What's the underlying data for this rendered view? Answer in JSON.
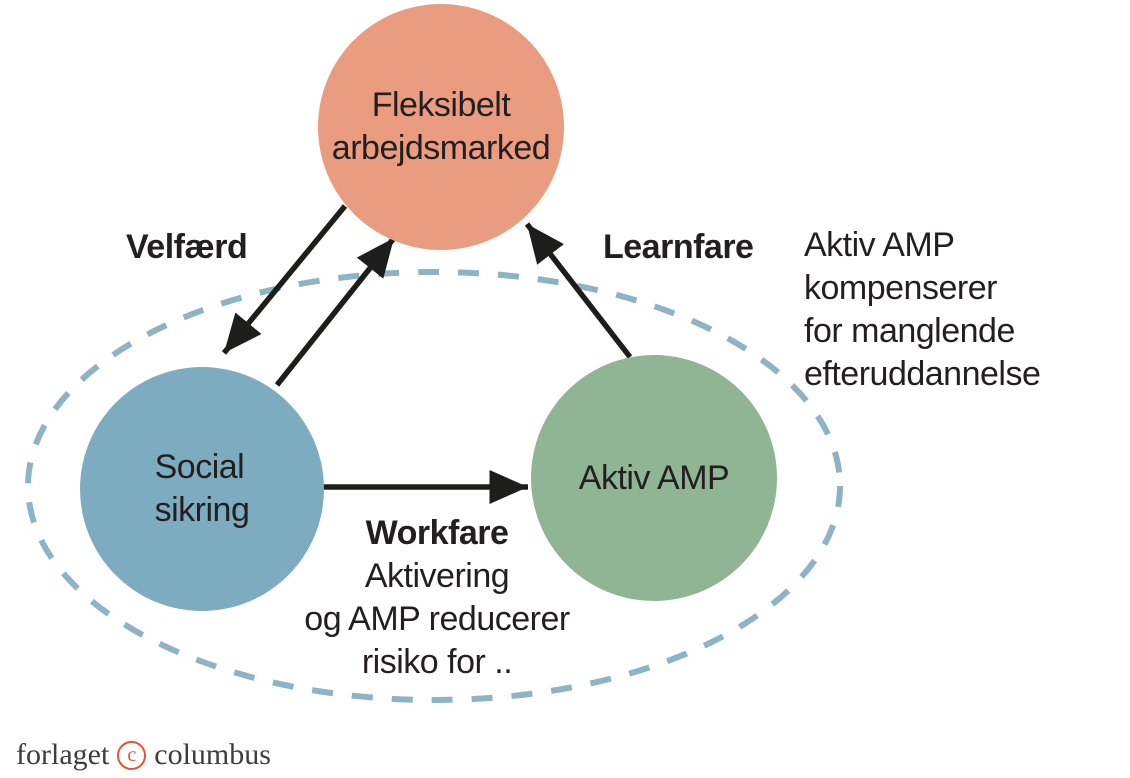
{
  "diagram": {
    "nodes": [
      {
        "id": "flexible-labor-market",
        "label": "Fleksibelt\narbejdsmarked",
        "color": "#e99c7f"
      },
      {
        "id": "social-security",
        "label": "Social\nsikring",
        "color": "#7dacc1"
      },
      {
        "id": "active-amp",
        "label": "Aktiv AMP",
        "color": "#8fb595"
      }
    ],
    "edge_labels": {
      "velfaerd": "Velfærd",
      "learnfare": "Learnfare",
      "workfare": "Workfare"
    },
    "annotations": {
      "learnfare_note": "Aktiv AMP\nkompenserer\nfor manglende\nefteruddannelse",
      "workfare_note": "Aktivering\nog AMP reducerer\nrisiko for .."
    },
    "styles": {
      "arrow_color": "#1d1d1b",
      "ellipse_stroke": "#8db3c5",
      "text_color": "#231f20",
      "background": "#ffffff"
    }
  },
  "logo": {
    "left_text": "forlaget",
    "mark": "c",
    "right_text": "columbus",
    "mark_color": "#e2543a"
  }
}
